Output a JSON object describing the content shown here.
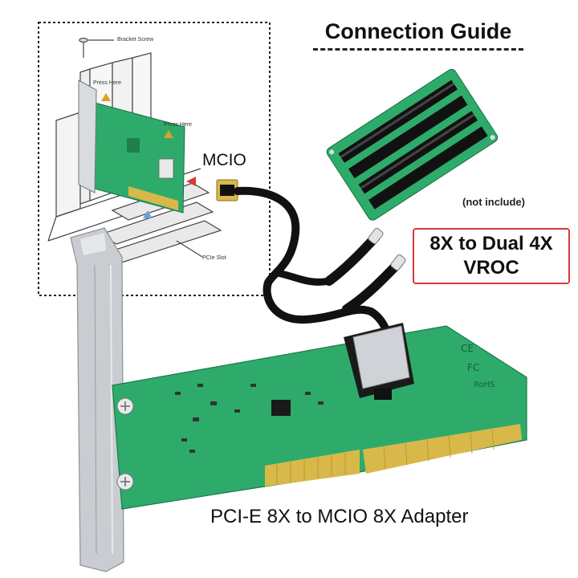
{
  "guide": {
    "title": "Connection Guide",
    "not_included": "(not include)",
    "vroc_line1": "8X to Dual 4X",
    "vroc_line2": "VROC",
    "mcio_label": "MCIO",
    "caption": "PCI-E 8X to MCIO 8X Adapter"
  },
  "diagram_labels": {
    "bracket_screw": "Bracket Screw",
    "press_here_1": "Press Here",
    "press_here_2": "Press Here",
    "pcie_slot": "PCIe Slot"
  },
  "colors": {
    "pcb_green": "#2eab6b",
    "pcb_dark": "#1f8a52",
    "gold": "#d9b84a",
    "bracket": "#c9ccd0",
    "cable": "#111111",
    "highlight_red": "#d63a3a"
  }
}
